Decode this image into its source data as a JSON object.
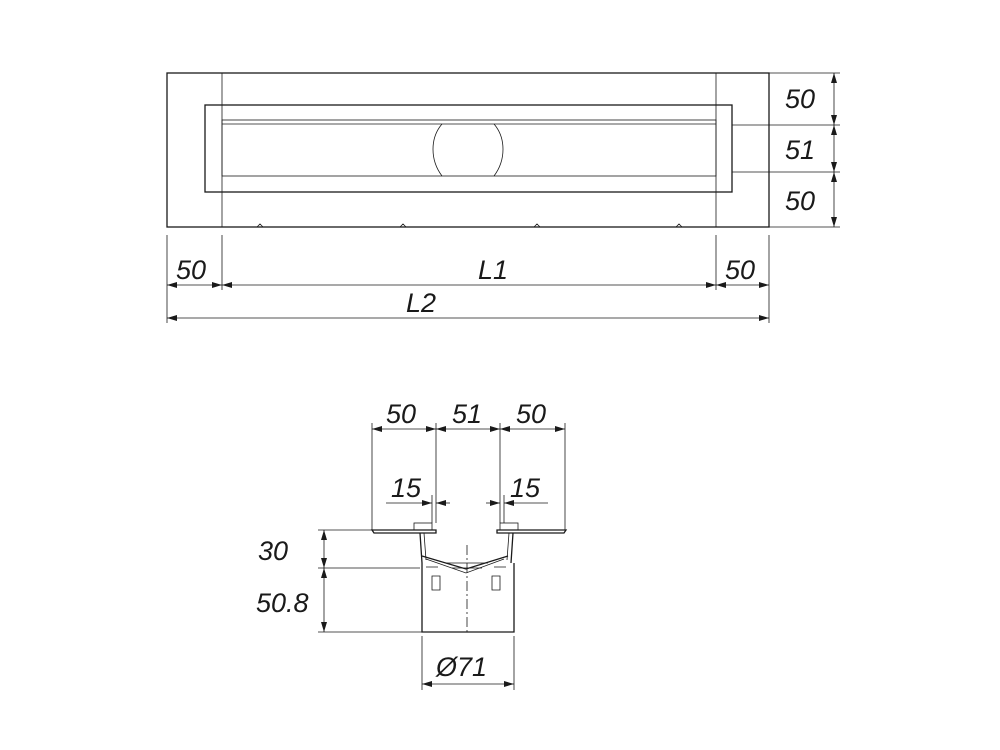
{
  "top_view": {
    "right_dims": {
      "upper": "50",
      "middle": "51",
      "lower": "50"
    },
    "bottom_dims": {
      "left": "50",
      "middle": "L1",
      "right": "50",
      "total": "L2"
    }
  },
  "section_view": {
    "top_dims": {
      "left": "50",
      "middle": "51",
      "right": "50"
    },
    "slot_dims": {
      "left": "15",
      "right": "15"
    },
    "height_dims": {
      "upper": "30",
      "lower": "50.8"
    },
    "outlet_diameter": "Ø71"
  }
}
